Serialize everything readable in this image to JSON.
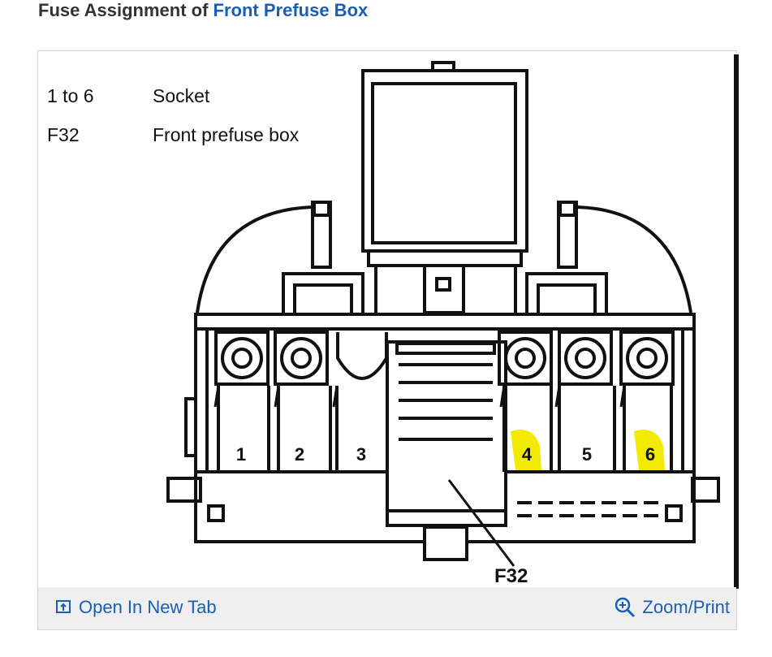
{
  "heading": {
    "prefix": "Fuse Assignment of ",
    "link": "Front Prefuse Box"
  },
  "legend": [
    {
      "term": "1 to 6",
      "desc": "Socket"
    },
    {
      "term": "F32",
      "desc": "Front prefuse box"
    }
  ],
  "diagram": {
    "socket_labels": [
      "1",
      "2",
      "3",
      "4",
      "5",
      "6"
    ],
    "callout_label": "F32",
    "highlighted_sockets": [
      "4",
      "6"
    ],
    "highlight_color": "#f2ea00"
  },
  "footer": {
    "open_tab_label": "Open In New Tab",
    "zoom_label": "Zoom/Print",
    "link_color": "#1a5fb4"
  }
}
